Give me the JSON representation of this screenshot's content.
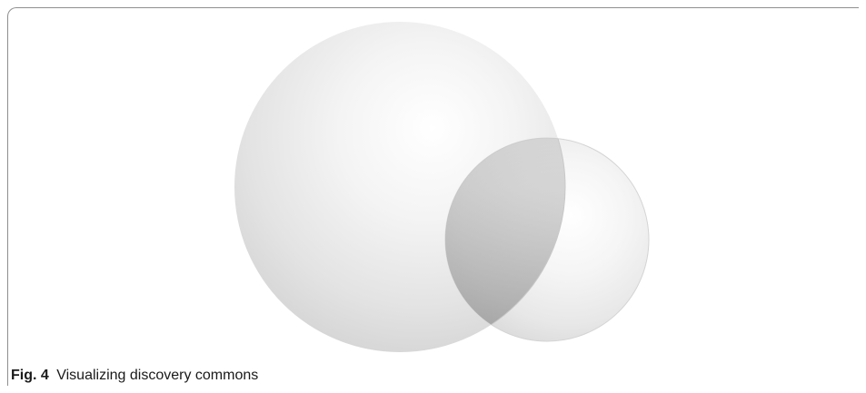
{
  "figure": {
    "label": "Fig. 4",
    "caption": "Visualizing discovery commons",
    "spheres": [
      {
        "name": "large-sphere"
      },
      {
        "name": "small-sphere"
      }
    ]
  }
}
